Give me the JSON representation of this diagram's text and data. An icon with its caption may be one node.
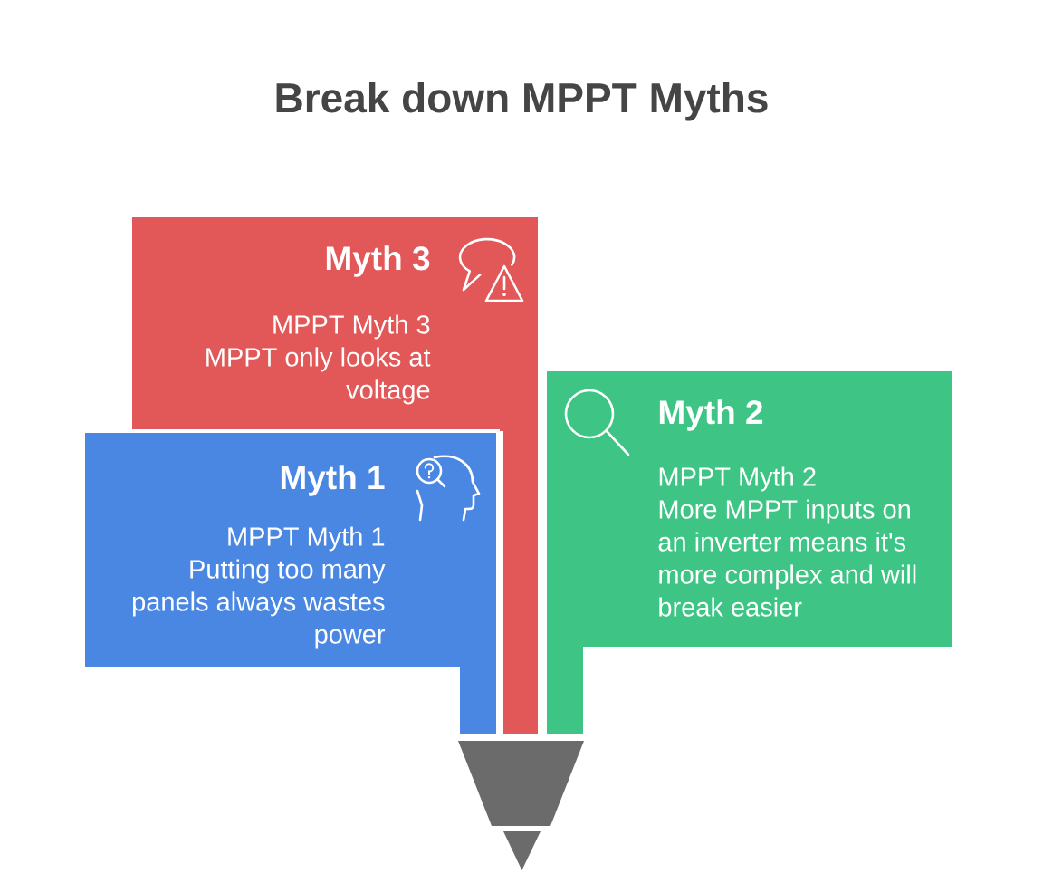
{
  "diagram": {
    "title": "Break down MPPT Myths",
    "nodes": [
      {
        "text": [
          "Myth 3",
          "MPPT Myth 3",
          "MPPT only looks at voltage"
        ]
      },
      {
        "text": [
          "Myth 2",
          "MPPT Myth 2",
          "More MPPT inputs on an inverter means it's more complex and will break easier"
        ]
      },
      {
        "text": [
          "Myth 1",
          "MPPT Myth 1",
          "Putting too many panels always wastes power"
        ]
      }
    ]
  }
}
